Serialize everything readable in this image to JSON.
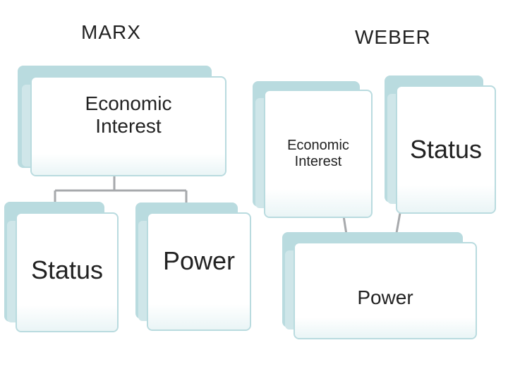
{
  "marx": {
    "heading": "MARX",
    "nodes": {
      "economic_interest": "Economic\nInterest",
      "status": "Status",
      "power": "Power"
    }
  },
  "weber": {
    "heading": "WEBER",
    "nodes": {
      "economic_interest": "Economic\nInterest",
      "status": "Status",
      "power": "Power"
    }
  },
  "colors": {
    "card_back": "#b9dbdf",
    "card_border": "#b9dbdf",
    "connector": "#a7a9ac",
    "text": "#222222"
  }
}
